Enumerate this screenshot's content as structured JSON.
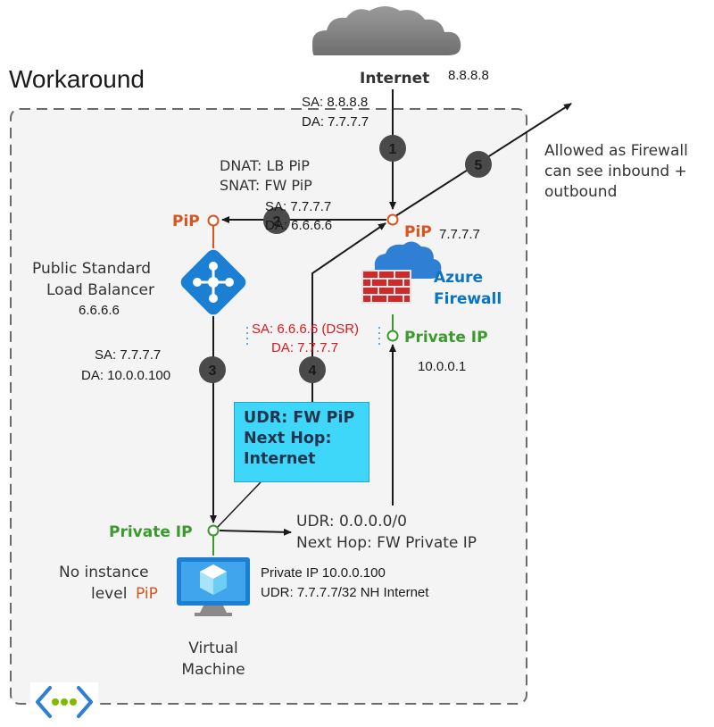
{
  "title": "Workaround",
  "internet": {
    "label": "Internet",
    "ip": "8.8.8.8"
  },
  "flow1": {
    "sa": "SA: 8.8.8.8",
    "da": "DA: 7.7.7.7",
    "step": "1"
  },
  "nat": {
    "dnat": "DNAT: LB PiP",
    "snat": "SNAT: FW PiP"
  },
  "flow2": {
    "sa": "SA: 7.7.7.7",
    "da": "DA: 6.6.6.6",
    "step": "2"
  },
  "lb": {
    "pip_label": "PiP",
    "line1": "Public Standard",
    "line2": "Load Balancer",
    "ip": "6.6.6.6"
  },
  "flow3": {
    "sa": "SA: 7.7.7.7",
    "da": "DA: 10.0.0.100",
    "step": "3"
  },
  "flow4": {
    "sa": "SA: 6.6.6.6 (DSR)",
    "da": "DA: 7.7.7.7",
    "step": "4"
  },
  "flow5": {
    "step": "5",
    "line1": "Allowed as Firewall",
    "line2": "can see inbound +",
    "line3": "outbound"
  },
  "firewall": {
    "pip_label": "PiP",
    "pip_ip": "7.7.7.7",
    "name1": "Azure",
    "name2": "Firewall",
    "private_label": "Private IP",
    "private_ip": "10.0.0.1"
  },
  "udr_box": {
    "line1": "UDR: FW PiP",
    "line2": "Next Hop:",
    "line3": "Internet"
  },
  "udr_default": {
    "line1": "UDR: 0.0.0.0/0",
    "line2": "Next Hop: FW Private IP"
  },
  "vm": {
    "private_label": "Private IP",
    "no_pip1": "No instance",
    "no_pip2": "level",
    "no_pip_pip": "PiP",
    "info1": "Private IP 10.0.0.100",
    "info2": "UDR: 7.7.7.7/32 NH Internet",
    "name1": "Virtual",
    "name2": "Machine"
  },
  "colors": {
    "title": "#2b7cd3",
    "pip": "#d9541e",
    "private_ip": "#3a9a2c",
    "azure_blue": "#0a73c2",
    "dsr_red": "#e0161b",
    "udr_box": "#3fd7f9",
    "step_circle": "#4a4a4a"
  },
  "icons": [
    "cloud-icon",
    "load-balancer-icon",
    "firewall-icon",
    "virtual-machine-icon",
    "vnet-icon"
  ]
}
